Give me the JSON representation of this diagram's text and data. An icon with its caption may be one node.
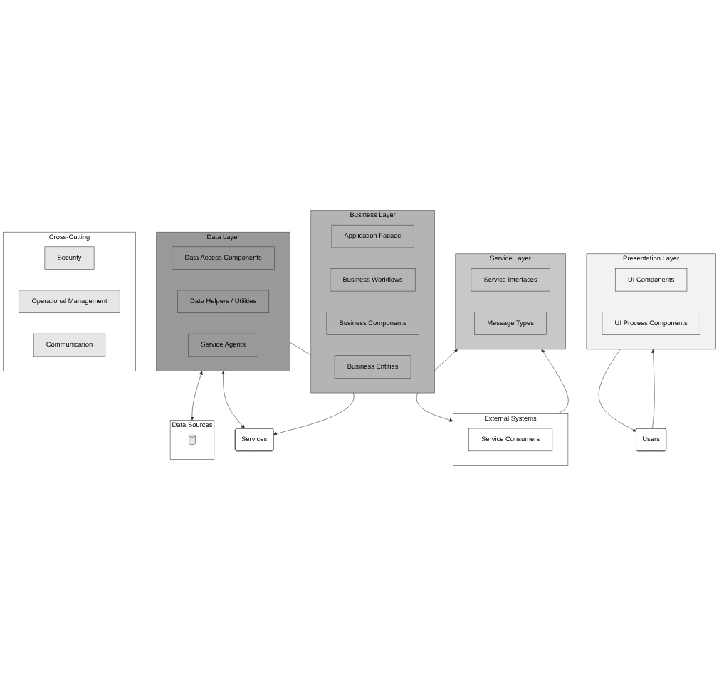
{
  "diagram": {
    "nodes": [
      {
        "text": [
          "Users"
        ]
      },
      {
        "text": [
          "External Systems"
        ]
      },
      {
        "text": [
          "Service Consumers"
        ],
        "in": 1
      },
      {
        "text": [
          "Presentation Layer"
        ]
      },
      {
        "text": [
          "UI Components"
        ],
        "in": 3
      },
      {
        "text": [
          "UI Process Components"
        ],
        "in": 3
      },
      {
        "text": [
          "Service Layer"
        ]
      },
      {
        "text": [
          "Service Interfaces"
        ],
        "in": 6
      },
      {
        "text": [
          "Message Types"
        ],
        "in": 6
      },
      {
        "text": [
          "Business Layer"
        ]
      },
      {
        "text": [
          "Application Facade"
        ],
        "in": 9
      },
      {
        "text": [
          "Business Workflows"
        ],
        "in": 9
      },
      {
        "text": [
          "Business Components"
        ],
        "in": 9
      },
      {
        "text": [
          "Business Entities"
        ],
        "in": 9
      },
      {
        "text": [
          "Data Layer"
        ]
      },
      {
        "text": [
          "Data Access Components"
        ],
        "in": 14
      },
      {
        "text": [
          "Data Helpers / Utilities"
        ],
        "in": 14
      },
      {
        "text": [
          "Service Agents"
        ],
        "in": 14
      },
      {
        "text": [
          "Data Sources"
        ]
      },
      {
        "text": [],
        "shape": "cylinder",
        "in": 18
      },
      {
        "text": [
          "Services"
        ]
      },
      {
        "text": [
          "Cross-Cutting"
        ]
      },
      {
        "text": [
          "Security"
        ],
        "in": 21
      },
      {
        "text": [
          "Operational Management"
        ],
        "in": 21
      },
      {
        "text": [
          "Communication"
        ],
        "in": 21
      }
    ],
    "edges": [
      {
        "from": 3,
        "to": 0,
        "arrow": "to"
      },
      {
        "from": 0,
        "to": 3,
        "arrow": "to"
      },
      {
        "from": 6,
        "to": 1,
        "arrow": "both"
      },
      {
        "from": 1,
        "to": 6,
        "arrow": "to"
      },
      {
        "from": 14,
        "to": 18,
        "arrow": "both"
      },
      {
        "from": 14,
        "to": 20,
        "arrow": "both"
      },
      {
        "from": 14,
        "to": 20,
        "arrow": "to"
      }
    ]
  }
}
